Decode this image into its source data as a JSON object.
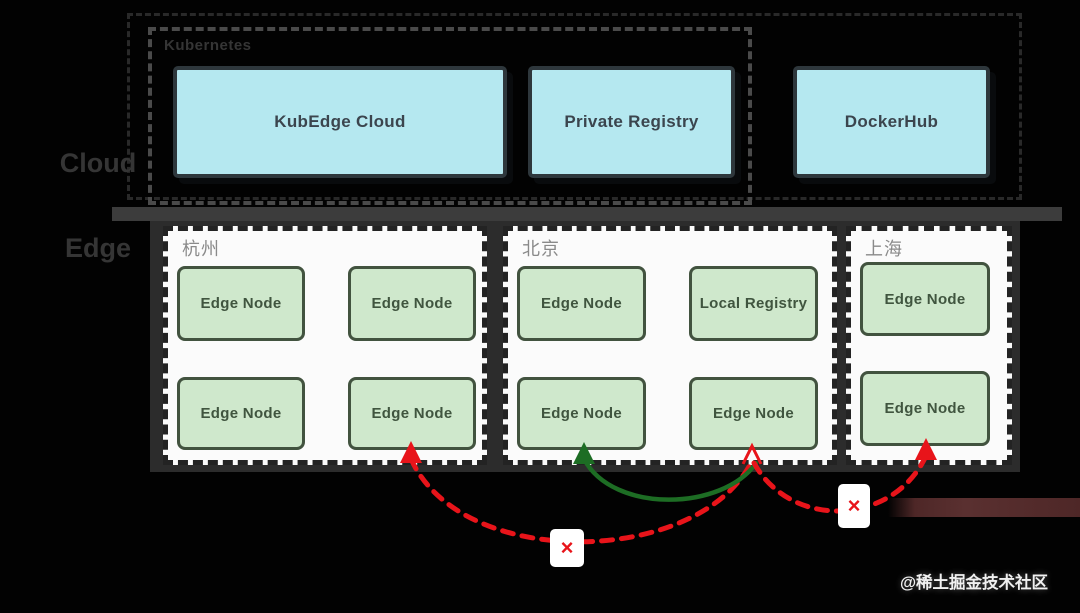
{
  "layers": {
    "cloud": "Cloud",
    "edge": "Edge"
  },
  "cloud_zone": {
    "container_label": "Kubernetes",
    "boxes": [
      {
        "id": "kubedge-cloud",
        "label": "KubEdge Cloud"
      },
      {
        "id": "private-registry",
        "label": "Private Registry"
      },
      {
        "id": "dockerhub",
        "label": "DockerHub"
      }
    ]
  },
  "regions": [
    {
      "name": "杭州",
      "nodes": [
        "Edge Node",
        "Edge Node",
        "Edge Node",
        "Edge Node"
      ]
    },
    {
      "name": "北京",
      "nodes": [
        "Edge Node",
        "Local Registry",
        "Edge Node",
        "Edge Node"
      ]
    },
    {
      "name": "上海",
      "nodes": [
        "Edge Node",
        "Edge Node"
      ]
    }
  ],
  "arrows": [
    {
      "id": "red-dashed-beijing-to-hangzhou",
      "style": "dashed",
      "color": "#e8141a",
      "mark": "×"
    },
    {
      "id": "green-solid-beijing-local",
      "style": "solid",
      "color": "#1d6d24",
      "mark": ""
    },
    {
      "id": "red-dashed-beijing-to-shanghai",
      "style": "dashed",
      "color": "#e8141a",
      "mark": "×"
    }
  ],
  "colors": {
    "cyan_box_fill": "#b5e8f0",
    "cyan_box_border": "#2e373c",
    "green_box_fill": "#cfe8cc",
    "green_box_border": "#42533f",
    "region_fill": "#fbfbfb",
    "region_border": "#232323",
    "edge_panel": "#2c2c2c",
    "divider": "#3c3c3c",
    "red_arrow": "#e8141a",
    "green_arrow": "#1d6d24"
  },
  "watermark": "@稀土掘金技术社区"
}
